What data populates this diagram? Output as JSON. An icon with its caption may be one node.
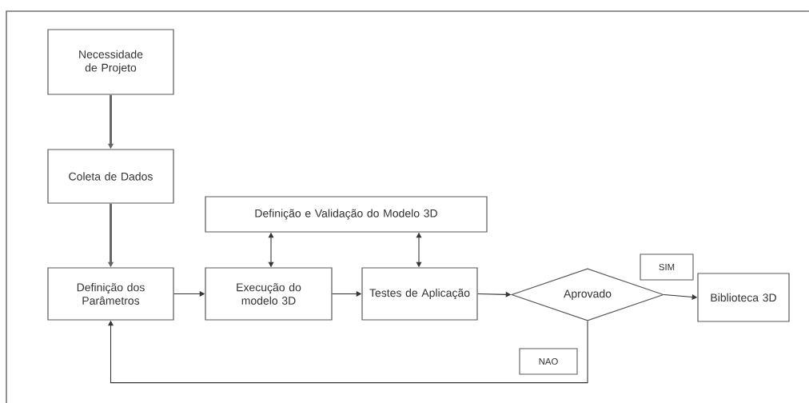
{
  "diagram": {
    "nodes": [
      {
        "text": [
          "Necessidade de Projeto"
        ]
      },
      {
        "text": [
          "Coleta de Dados"
        ]
      },
      {
        "text": [
          "Definição e Validação do Modelo 3D"
        ]
      },
      {
        "text": [
          "Definição dos Parâmetros"
        ]
      },
      {
        "text": [
          "Execução do modelo 3D"
        ]
      },
      {
        "text": [
          "Testes de Aplicação"
        ]
      },
      {
        "text": [
          "Aprovado"
        ]
      },
      {
        "text": [
          "Biblioteca 3D"
        ]
      }
    ],
    "edges": [
      {
        "from": 0,
        "to": 1,
        "arrow": "to",
        "style": "thick"
      },
      {
        "from": 1,
        "to": 3,
        "arrow": "to",
        "style": "thick"
      },
      {
        "from": 3,
        "to": 4,
        "arrow": "to"
      },
      {
        "from": 2,
        "to": 4,
        "arrow": "both"
      },
      {
        "from": 4,
        "to": 5,
        "arrow": "to"
      },
      {
        "from": 2,
        "to": 5,
        "arrow": "both"
      },
      {
        "from": 5,
        "to": 6,
        "arrow": "to"
      },
      {
        "from": 6,
        "to": 7,
        "arrow": "to",
        "label": "SIM"
      },
      {
        "from": 6,
        "to": 3,
        "arrow": "to",
        "label": "NAO"
      }
    ]
  }
}
